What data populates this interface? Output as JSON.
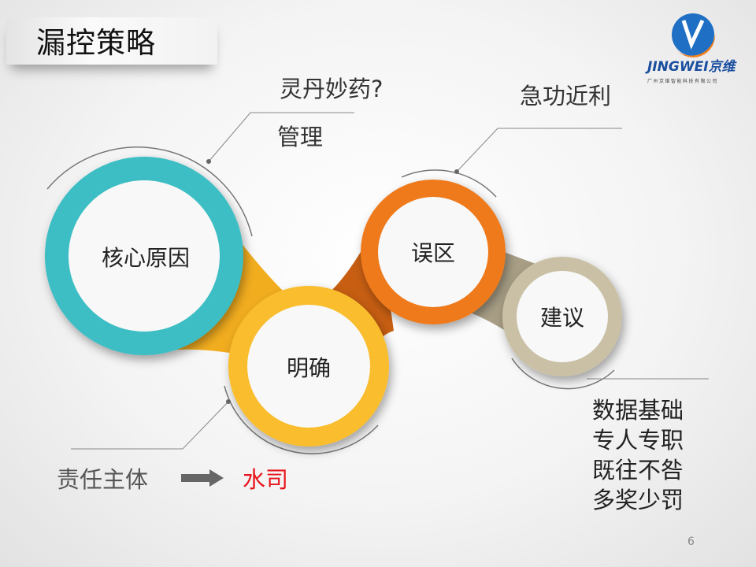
{
  "slide": {
    "title": "漏控策略",
    "page_number": "6"
  },
  "logo": {
    "wordmark": "JINGWEI京维",
    "subtitle": "广州京维智能科技有限公司"
  },
  "callouts": {
    "top_left_1": "灵丹妙药?",
    "top_left_2": "管理",
    "top_right": "急功近利"
  },
  "rings": [
    {
      "label": "核心原因",
      "color": "#3dbdc4"
    },
    {
      "label": "明确",
      "color": "#f9bd2e"
    },
    {
      "label": "误区",
      "color": "#ee7a1c"
    },
    {
      "label": "建议",
      "color": "#c9c0a6"
    }
  ],
  "responsibility": {
    "label": "责任主体",
    "arrow_icon": "right-arrow-icon",
    "value": "水司",
    "value_color": "#e8141b"
  },
  "suggestions": [
    "数据基础",
    "专人专职",
    "既往不咎",
    "多奖少罚"
  ]
}
